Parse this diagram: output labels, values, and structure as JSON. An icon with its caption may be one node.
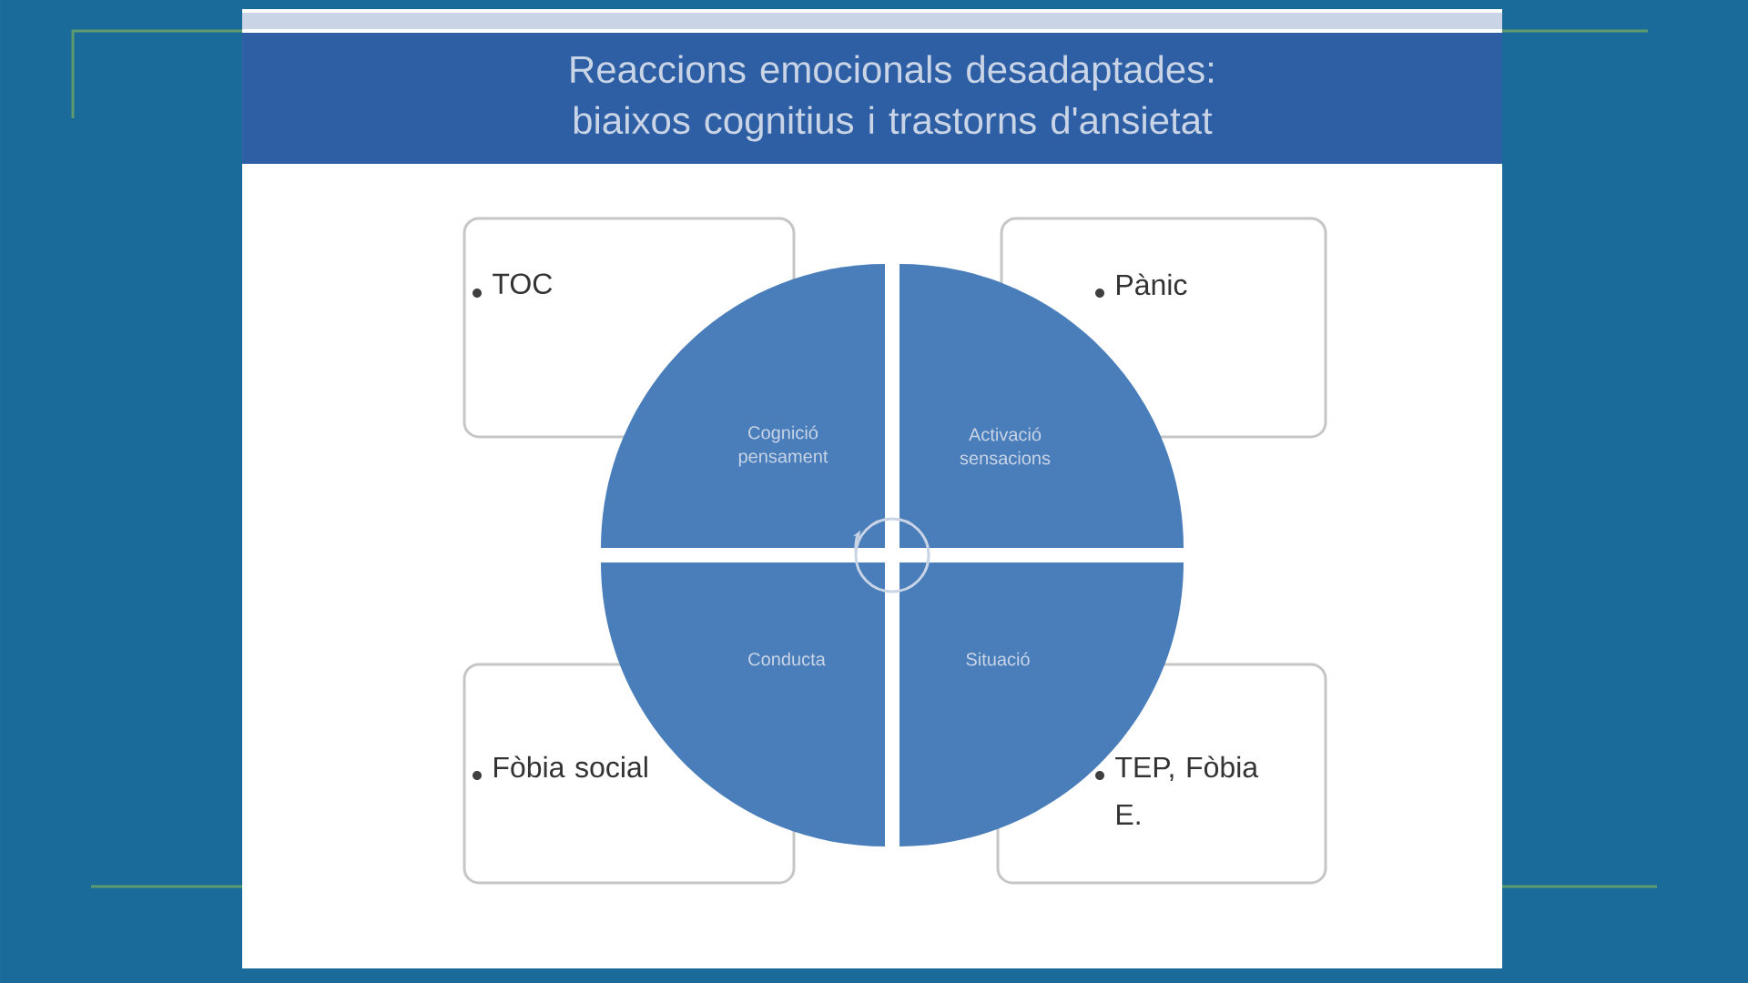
{
  "diagram": {
    "title": "Reaccions emocionals desadaptades: biaixos cognitius i trastorns d'ansietat",
    "nodes": [
      {
        "text": [
          "TOC"
        ]
      },
      {
        "text": [
          "Pànic"
        ]
      },
      {
        "text": [
          "Cognició pensament"
        ]
      },
      {
        "text": [
          "Activació sensacions"
        ]
      },
      {
        "text": [
          "Conducta"
        ]
      },
      {
        "text": [
          "Situació"
        ]
      },
      {
        "text": [
          "Fòbia social"
        ]
      },
      {
        "text": [
          "TEP, Fòbia E."
        ]
      }
    ]
  }
}
